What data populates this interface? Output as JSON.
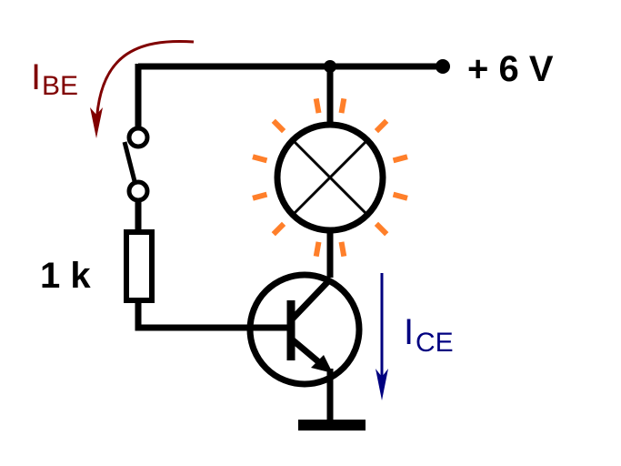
{
  "labels": {
    "supply": "+ 6 V",
    "resistor": "1 k",
    "ibe_main": "I",
    "ibe_sub": "BE",
    "ice_main": "I",
    "ice_sub": "CE"
  },
  "colors": {
    "wire": "#000000",
    "ibe": "#800000",
    "ice": "#000080",
    "glow": "#ff7f2a"
  }
}
